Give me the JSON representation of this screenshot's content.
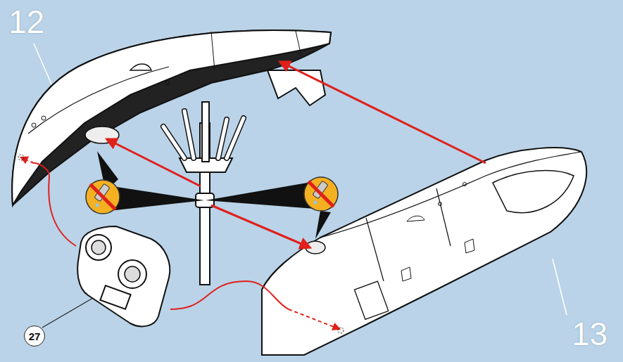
{
  "diagram": {
    "nodes": [
      {
        "text": [
          "27"
        ]
      }
    ],
    "labels": [
      "12",
      "13"
    ]
  }
}
